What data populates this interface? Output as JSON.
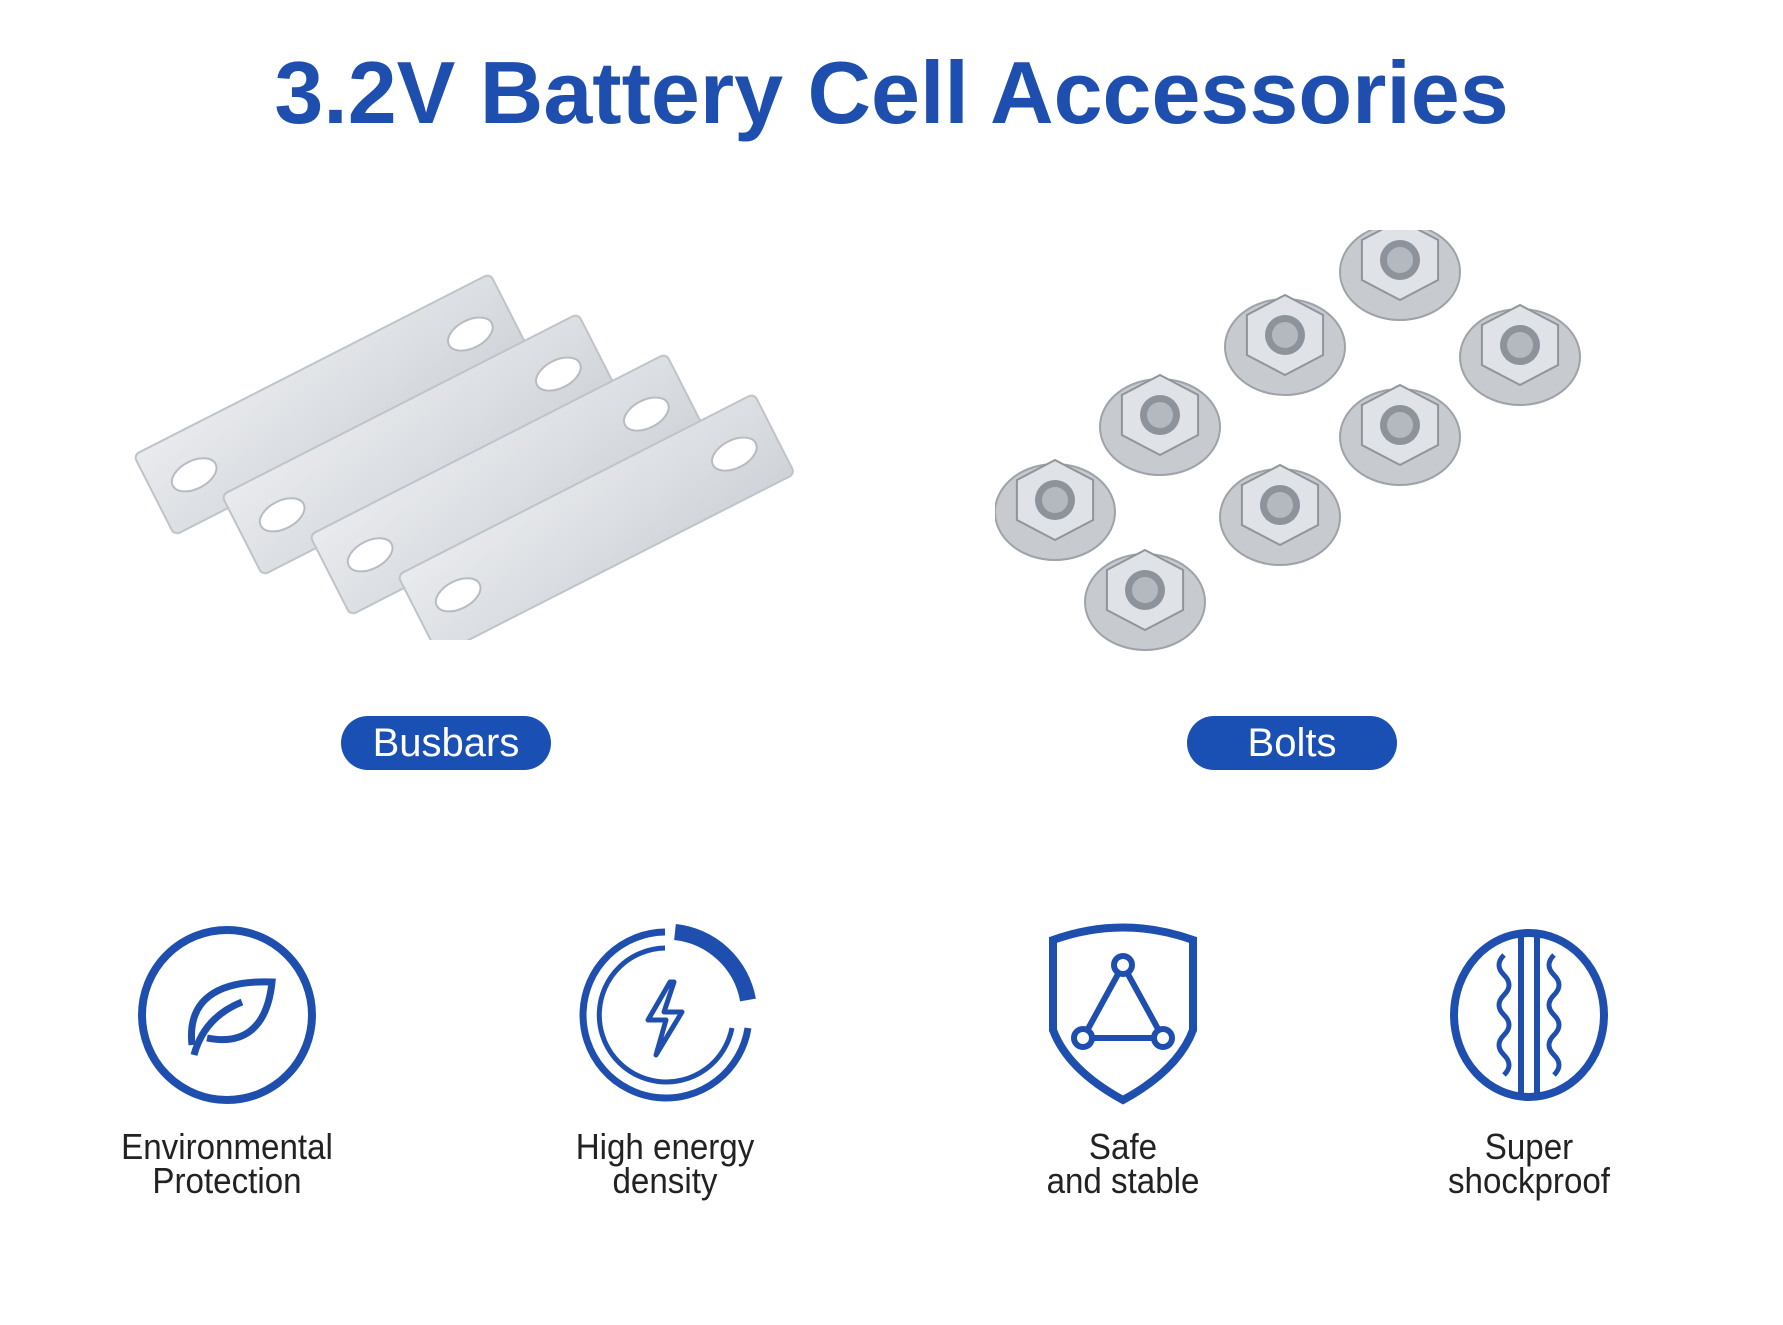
{
  "title": "3.2V Battery Cell Accessories",
  "products": [
    {
      "label": "Busbars",
      "icon": "busbar-image"
    },
    {
      "label": "Bolts",
      "icon": "flange-nut-image"
    }
  ],
  "features": [
    {
      "line1": "Environmental",
      "line2": "Protection",
      "icon": "leaf-icon"
    },
    {
      "line1": "High energy",
      "line2": "density",
      "icon": "lightning-icon"
    },
    {
      "line1": "Safe",
      "line2": "and stable",
      "icon": "shield-triangle-icon"
    },
    {
      "line1": "Super",
      "line2": "shockproof",
      "icon": "shockproof-icon"
    }
  ],
  "colors": {
    "brand": "#1f4fae",
    "pill": "#1a4fb4"
  }
}
